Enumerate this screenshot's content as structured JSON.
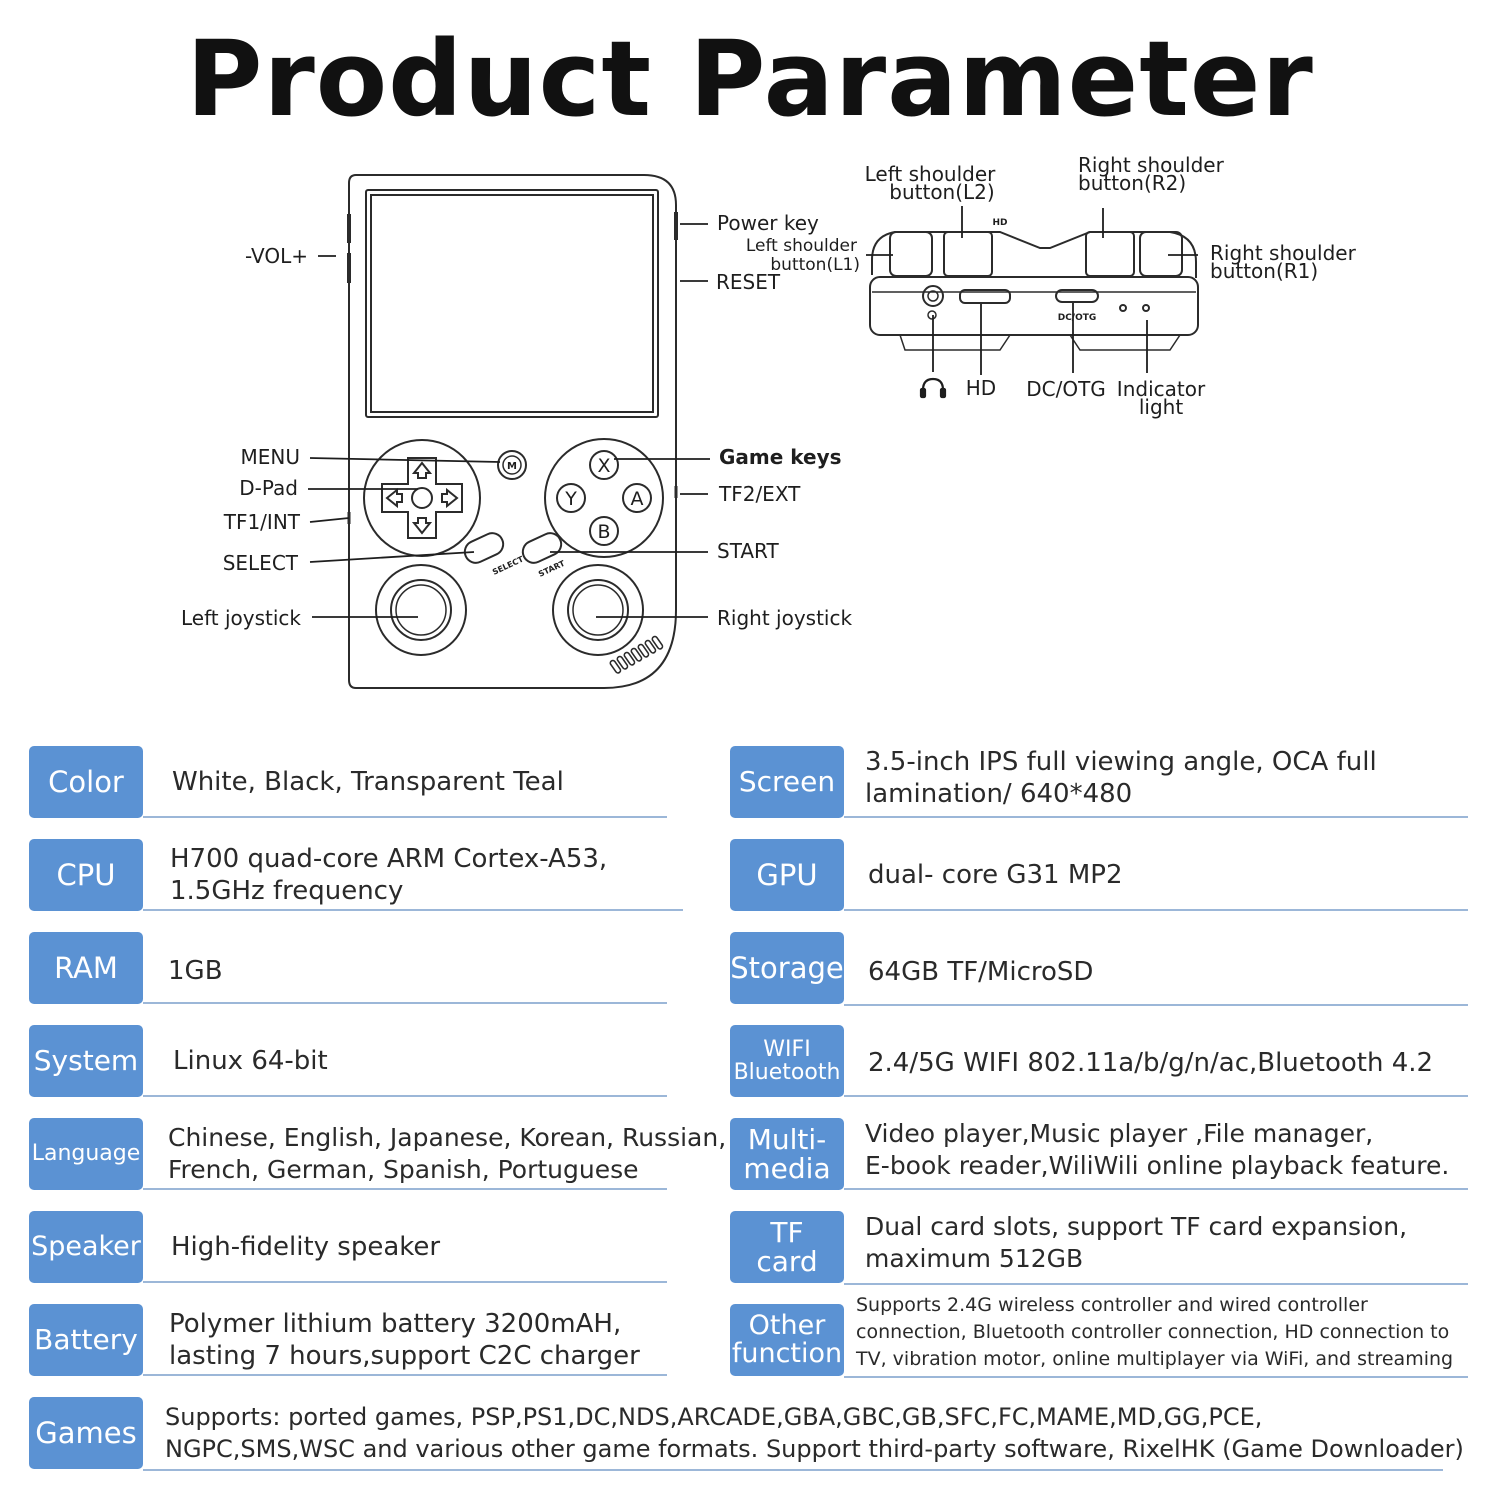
{
  "title": "Product Parameter",
  "device_labels": {
    "vol": "-VOL+",
    "power": "Power key",
    "reset": "RESET",
    "menu": "MENU",
    "dpad": "D-Pad",
    "tf1": "TF1/INT",
    "select": "SELECT",
    "left_stick": "Left joystick",
    "game_keys": "Game keys",
    "tf2": "TF2/EXT",
    "start": "START",
    "right_stick": "Right joystick",
    "l2_line1": "Left shoulder",
    "l2_line2": "button(L2)",
    "r2_line1": "Right shoulder",
    "r2_line2": "button(R2)",
    "l1_line1": "Left shoulder",
    "l1_line2": "button(L1)",
    "r1_line1": "Right shoulder",
    "r1_line2": "button(R1)",
    "hd": "HD",
    "dcotg": "DC/OTG",
    "ind_line1": "Indicator",
    "ind_line2": "light",
    "port_hd": "HD",
    "port_dcotg": "DC/OTG",
    "btn_x": "X",
    "btn_y": "Y",
    "btn_a": "A",
    "btn_b": "B",
    "btn_m": "M",
    "tag_select": "SELECT",
    "tag_start": "START"
  },
  "icons": {
    "headphone": "headphone-icon"
  },
  "accent_color": "#5b92d3",
  "specs_left": [
    {
      "label": "Color",
      "value": "White, Black, Transparent Teal"
    },
    {
      "label": "CPU",
      "value_line1": "H700 quad-core ARM Cortex-A53,",
      "value_line2": "1.5GHz frequency"
    },
    {
      "label": "RAM",
      "value": "1GB"
    },
    {
      "label": "System",
      "value": "Linux 64-bit"
    },
    {
      "label": "Language",
      "value_line1": "Chinese, English, Japanese, Korean, Russian,",
      "value_line2": "French, German, Spanish, Portuguese"
    },
    {
      "label": "Speaker",
      "value": "High-fidelity speaker"
    },
    {
      "label": "Battery",
      "value_line1": "Polymer lithium battery 3200mAH,",
      "value_line2": "lasting 7  hours,support C2C charger"
    }
  ],
  "specs_right": [
    {
      "label": "Screen",
      "value_line1": "3.5-inch IPS full viewing angle, OCA full",
      "value_line2": "lamination/ 640*480"
    },
    {
      "label": "GPU",
      "value": "dual- core G31 MP2"
    },
    {
      "label": "Storage",
      "value": "64GB TF/MicroSD"
    },
    {
      "label_line1": "WIFI",
      "label_line2": "Bluetooth",
      "value": "2.4/5G WIFI 802.11a/b/g/n/ac,Bluetooth 4.2"
    },
    {
      "label_line1": "Multi-",
      "label_line2": "media",
      "value_line1": "Video  player,Music player ,File manager,",
      "value_line2": "E-book reader,WiliWili online playback feature."
    },
    {
      "label_line1": "TF",
      "label_line2": "card",
      "value_line1": "Dual card slots, support TF card expansion,",
      "value_line2": "maximum 512GB"
    },
    {
      "label_line1": "Other",
      "label_line2": "function",
      "value_line1": "Supports 2.4G wireless controller and wired controller",
      "value_line2": "connection, Bluetooth controller connection, HD connection to",
      "value_line3": "TV, vibration motor, online multiplayer via WiFi, and streaming"
    }
  ],
  "games": {
    "label": "Games",
    "value_line1": "Supports: ported games, PSP,PS1,DC,NDS,ARCADE,GBA,GBC,GB,SFC,FC,MAME,MD,GG,PCE,",
    "value_line2": "NGPC,SMS,WSC and various other game formats. Support third-party software, RixelHK (Game Downloader)"
  }
}
